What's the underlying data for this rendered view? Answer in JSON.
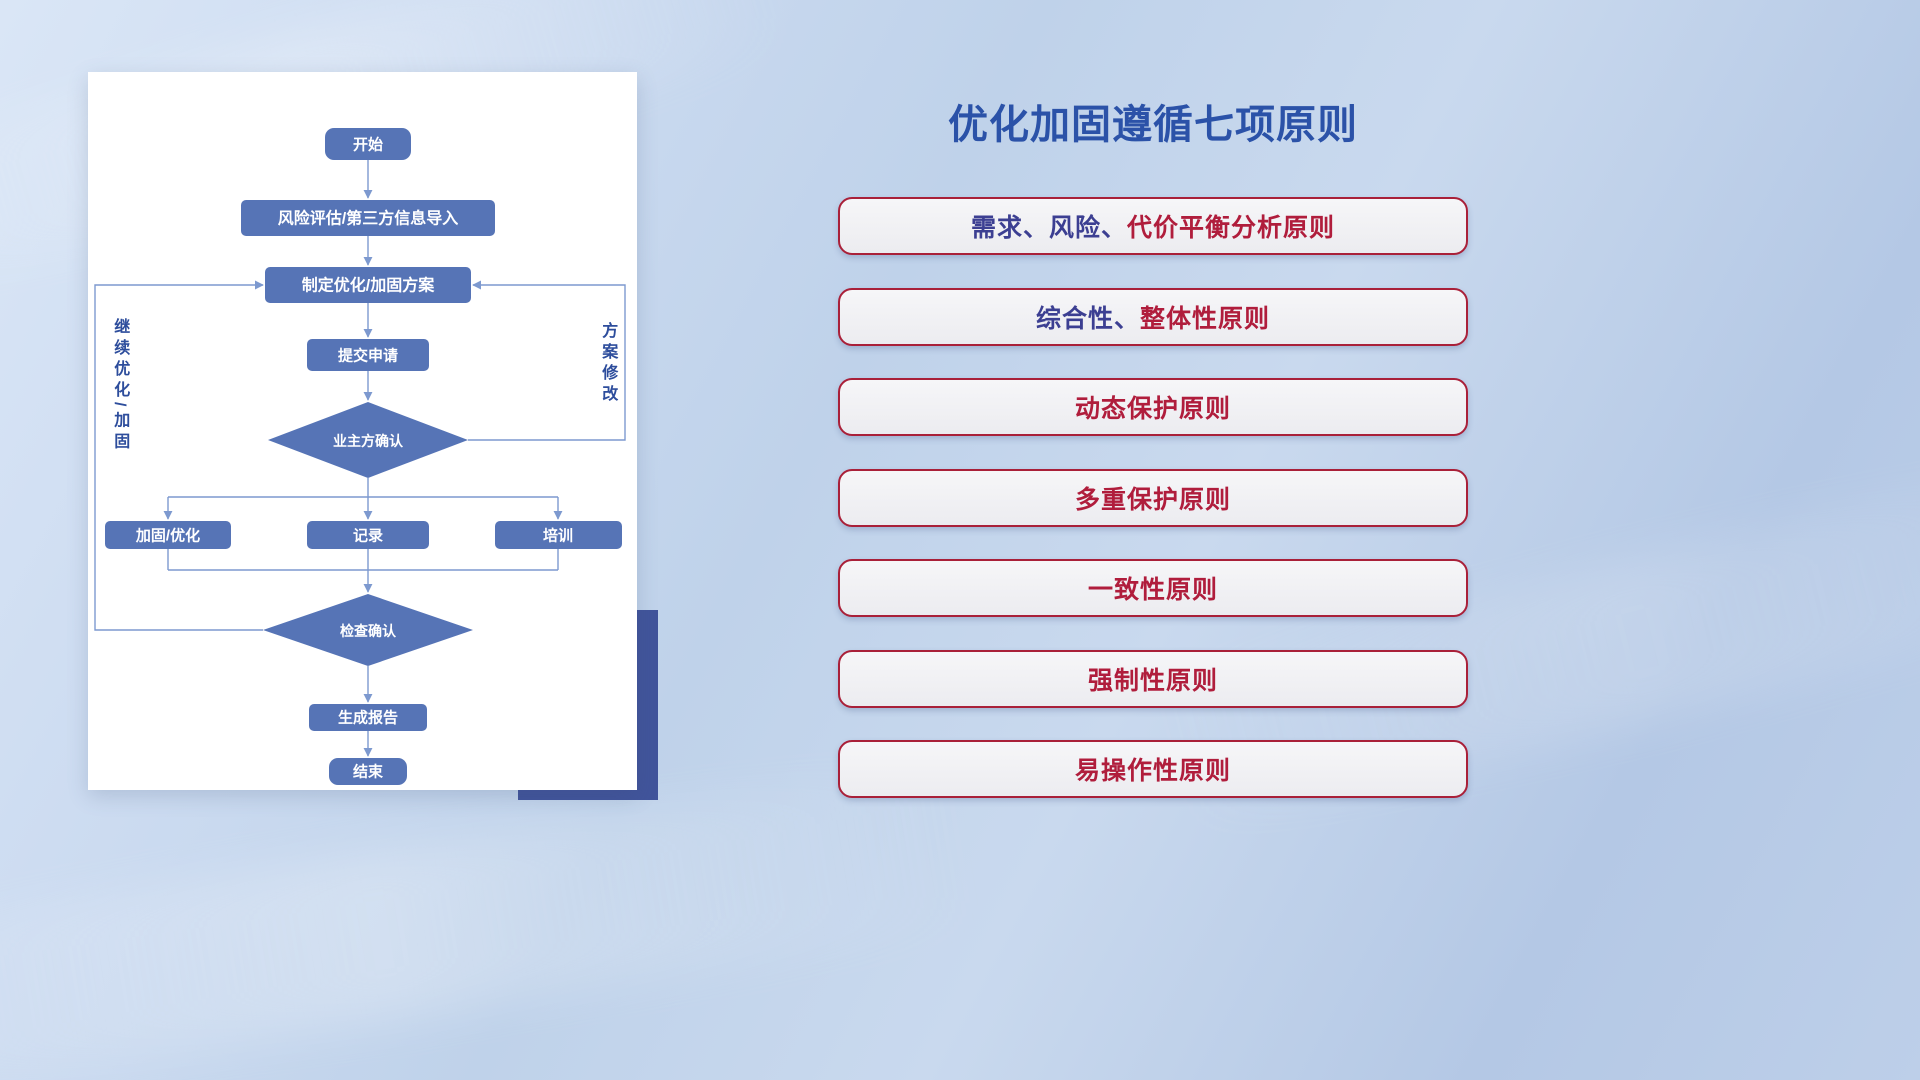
{
  "title": "优化加固遵循七项原则",
  "flowchart": {
    "nodes": {
      "start": "开始",
      "risk_import": "风险评估/第三方信息导入",
      "make_plan": "制定优化/加固方案",
      "submit": "提交申请",
      "owner_confirm": "业主方确认",
      "harden": "加固/优化",
      "record": "记录",
      "train": "培训",
      "check_confirm": "检查确认",
      "report": "生成报告",
      "end": "结束"
    },
    "loop_labels": {
      "continue_optimize": "继续优化/加固",
      "plan_modify": "方案修改"
    }
  },
  "principles": [
    {
      "segments": [
        {
          "text": "需求、风险、",
          "tone": "navy"
        },
        {
          "text": "代价平衡分析原则",
          "tone": "red"
        }
      ]
    },
    {
      "segments": [
        {
          "text": "综合性、",
          "tone": "navy"
        },
        {
          "text": "整体性原则",
          "tone": "red"
        }
      ]
    },
    {
      "segments": [
        {
          "text": "动态保护原则",
          "tone": "red"
        }
      ]
    },
    {
      "segments": [
        {
          "text": "多重保护原则",
          "tone": "red"
        }
      ]
    },
    {
      "segments": [
        {
          "text": "一致性原则",
          "tone": "red"
        }
      ]
    },
    {
      "segments": [
        {
          "text": "强制性原则",
          "tone": "red"
        }
      ]
    },
    {
      "segments": [
        {
          "text": "易操作性原则",
          "tone": "red"
        }
      ]
    }
  ],
  "colors": {
    "title_blue": "#2b52a8",
    "pill_background": "#f2f2f4",
    "pill_border": "#a92039",
    "text_red": "#b01d3c",
    "text_navy": "#3c3f92",
    "node_fill": "#5674b6",
    "connector": "#7d99cf",
    "accent_block": "#41549b",
    "card_background": "#ffffff"
  }
}
